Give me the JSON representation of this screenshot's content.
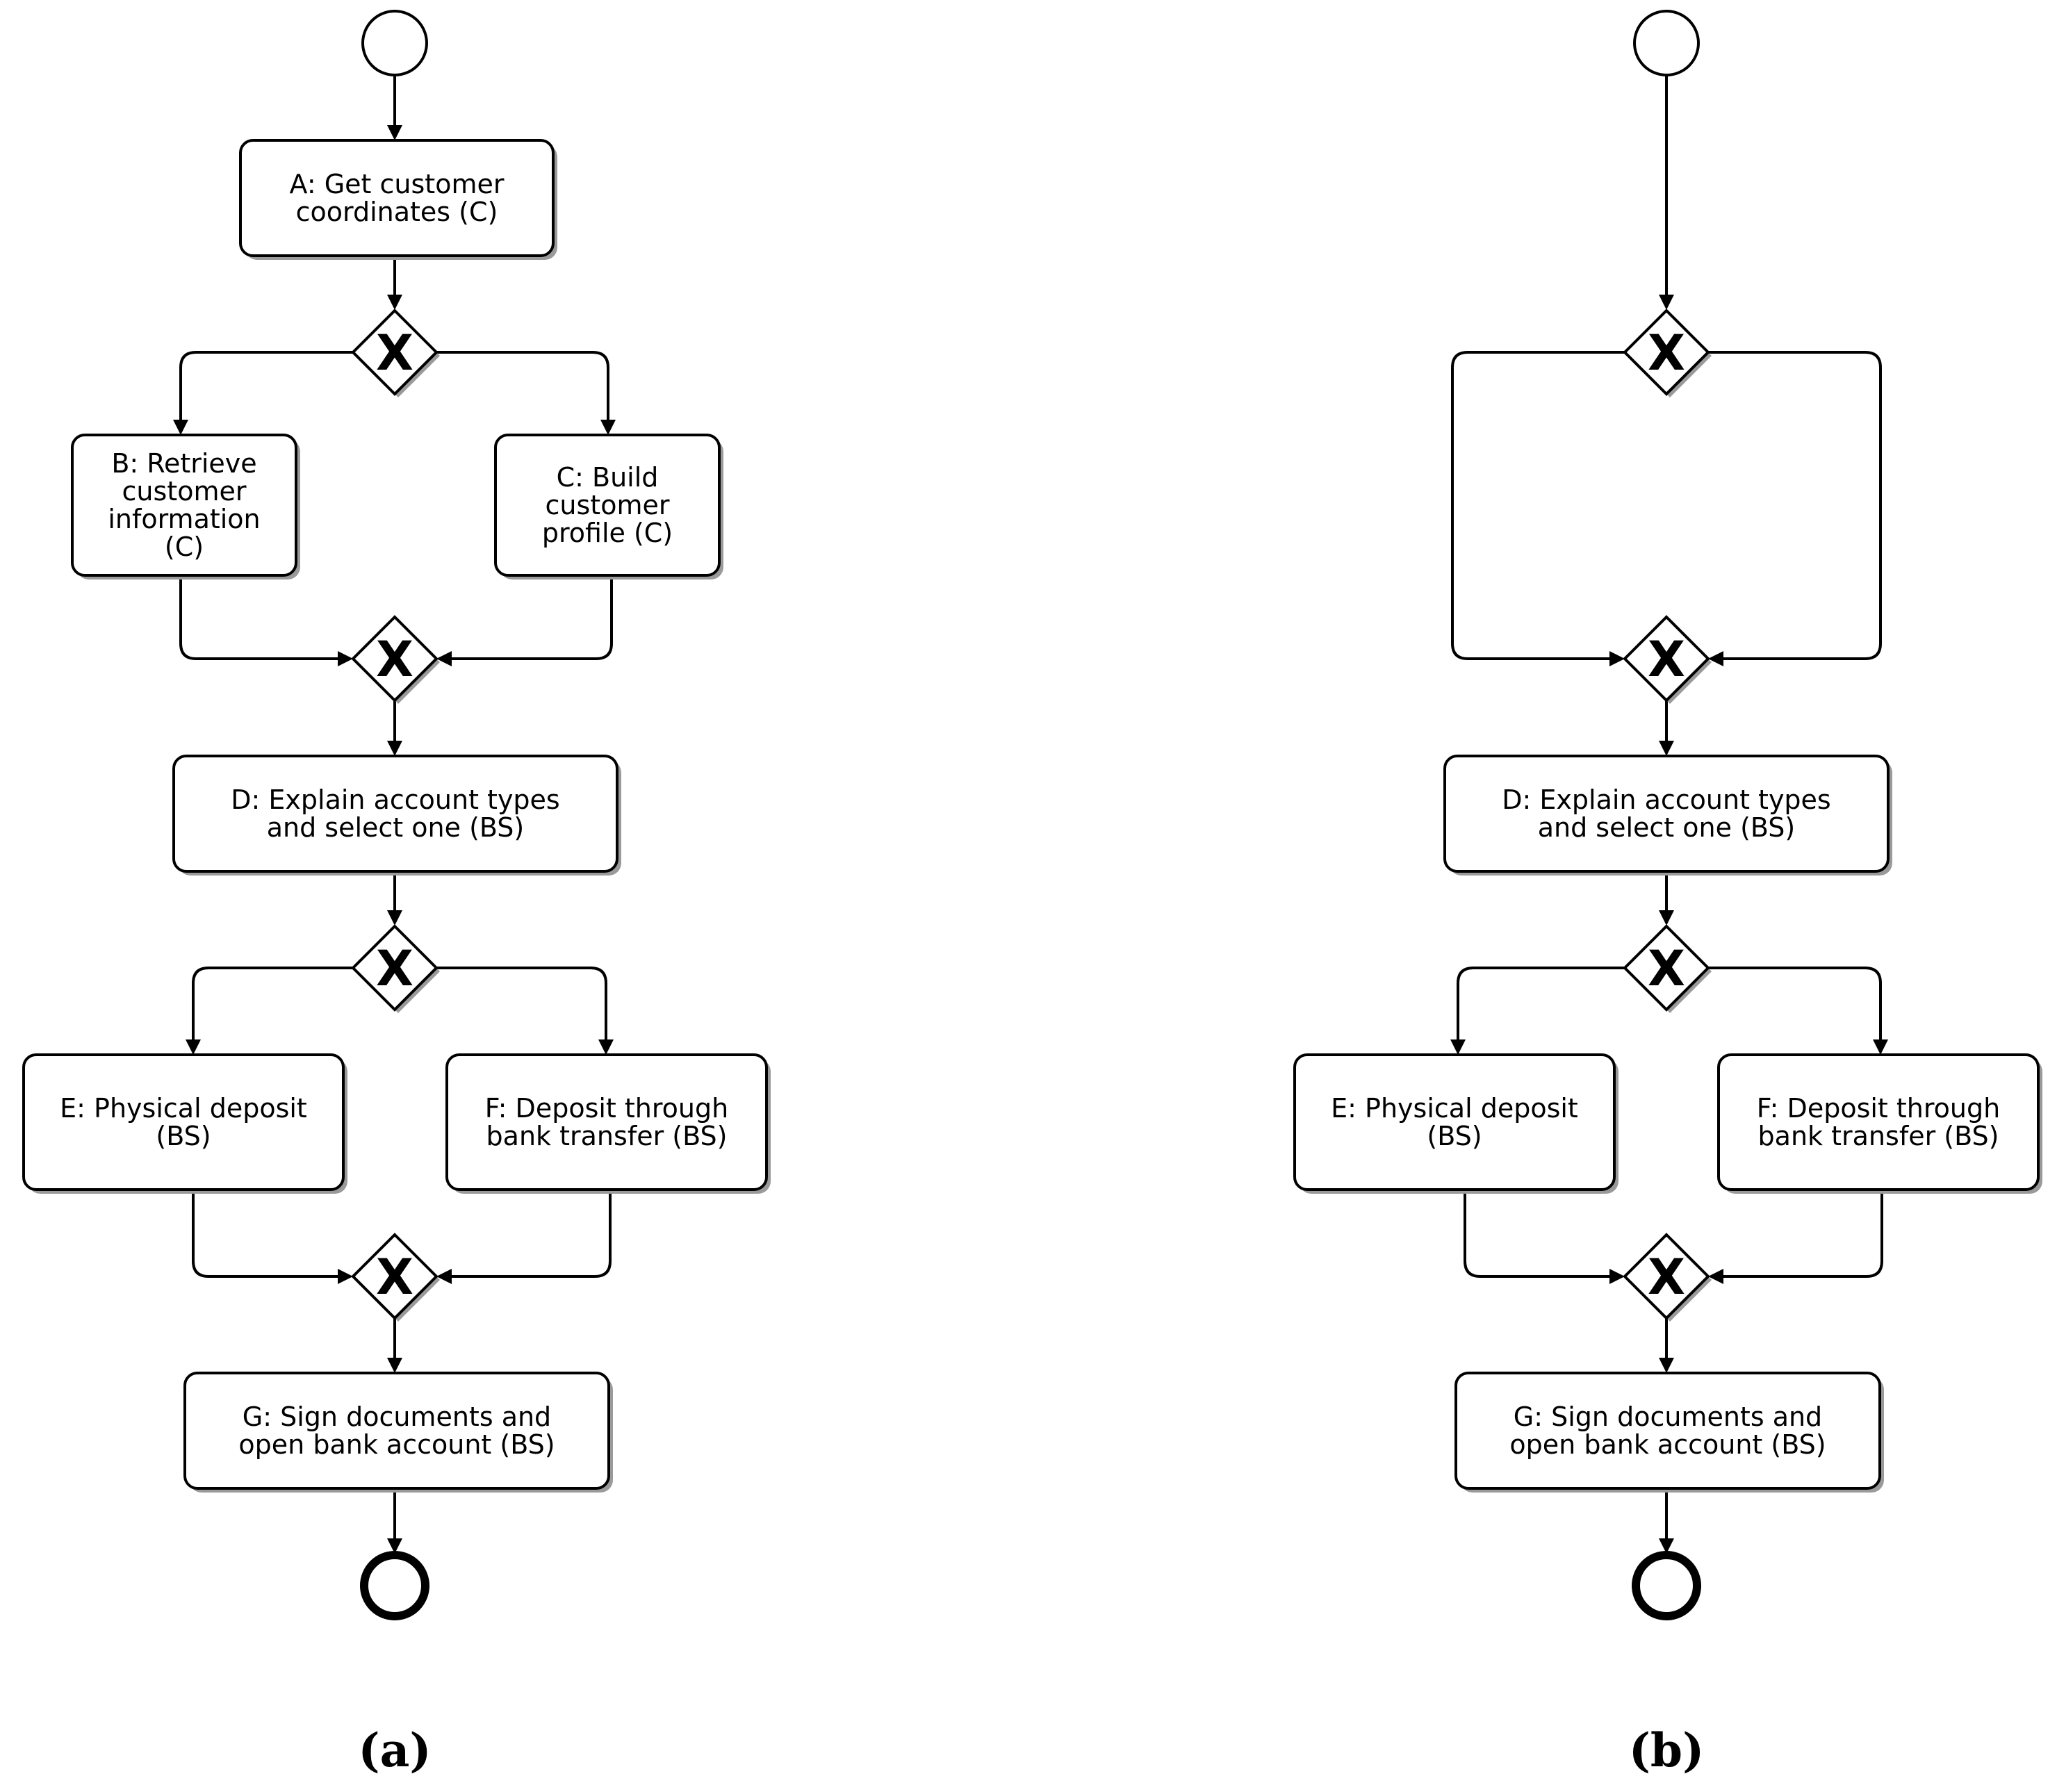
{
  "panels": [
    {
      "id": "a",
      "caption": "(a)",
      "tasks": {
        "A": [
          "A: Get customer",
          "coordinates (C)"
        ],
        "B": [
          "B: Retrieve",
          "customer",
          "information",
          "(C)"
        ],
        "C": [
          "C: Build",
          "customer",
          "profile (C)"
        ],
        "D": [
          "D: Explain account types",
          "and select one (BS)"
        ],
        "E": [
          "E: Physical deposit",
          "(BS)"
        ],
        "F": [
          "F: Deposit through",
          "bank transfer (BS)"
        ],
        "G": [
          "G: Sign documents and",
          "open bank account (BS)"
        ]
      },
      "gateway_symbol": "X"
    },
    {
      "id": "b",
      "caption": "(b)",
      "tasks": {
        "D": [
          "D: Explain account types",
          "and select one (BS)"
        ],
        "E": [
          "E: Physical deposit",
          "(BS)"
        ],
        "F": [
          "F: Deposit through",
          "bank transfer (BS)"
        ],
        "G": [
          "G: Sign documents and",
          "open bank account (BS)"
        ]
      },
      "gateway_symbol": "X"
    }
  ],
  "shapes": {
    "start_event": "start-event-circle",
    "end_event": "end-event-circle",
    "gateway": "exclusive-gateway-diamond"
  }
}
